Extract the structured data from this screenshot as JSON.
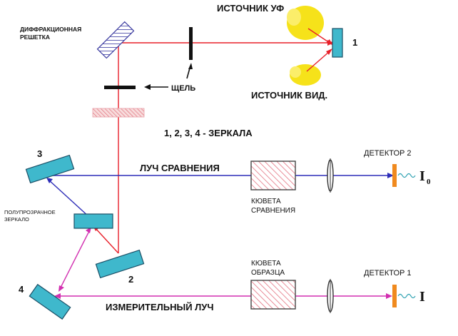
{
  "labels": {
    "source_uv": "ИСТОЧНИК УФ",
    "source_vis": "ИСТОЧНИК ВИД.",
    "grating_line1": "ДИФФРАКЦИОННАЯ",
    "grating_line2": "РЕШЕТКА",
    "slit": "ЩЕЛЬ",
    "mirrors_note": "1, 2, 3, 4 - ЗЕРКАЛА",
    "reference_beam": "ЛУЧ СРАВНЕНИЯ",
    "measuring_beam": "ИЗМЕРИТЕЛЬНЫЙ ЛУЧ",
    "cuvette_ref_line1": "КЮВЕТА",
    "cuvette_ref_line2": "СРАВНЕНИЯ",
    "cuvette_sample_line1": "КЮВЕТА",
    "cuvette_sample_line2": "ОБРАЗЦА",
    "detector_2": "ДЕТЕКТОР 2",
    "detector_1": "ДЕТЕКТОР 1",
    "semi_mirror_line1": "ПОЛУПРОЗРАЧНОЕ",
    "semi_mirror_line2": "ЗЕРКАЛО",
    "mirror_1": "1",
    "mirror_2": "2",
    "mirror_3": "3",
    "mirror_4": "4",
    "intensity_ref": "I",
    "intensity_ref_sub": "0",
    "intensity_sample": "I"
  },
  "colors": {
    "beam_red": "#e8202a",
    "beam_blue": "#2d2db8",
    "beam_magenta": "#d22fb0",
    "mirror_fill": "#3fb8cc",
    "source_glow": "#f6e21a",
    "detector": "#f08a1e",
    "hatch": "#e06070"
  }
}
